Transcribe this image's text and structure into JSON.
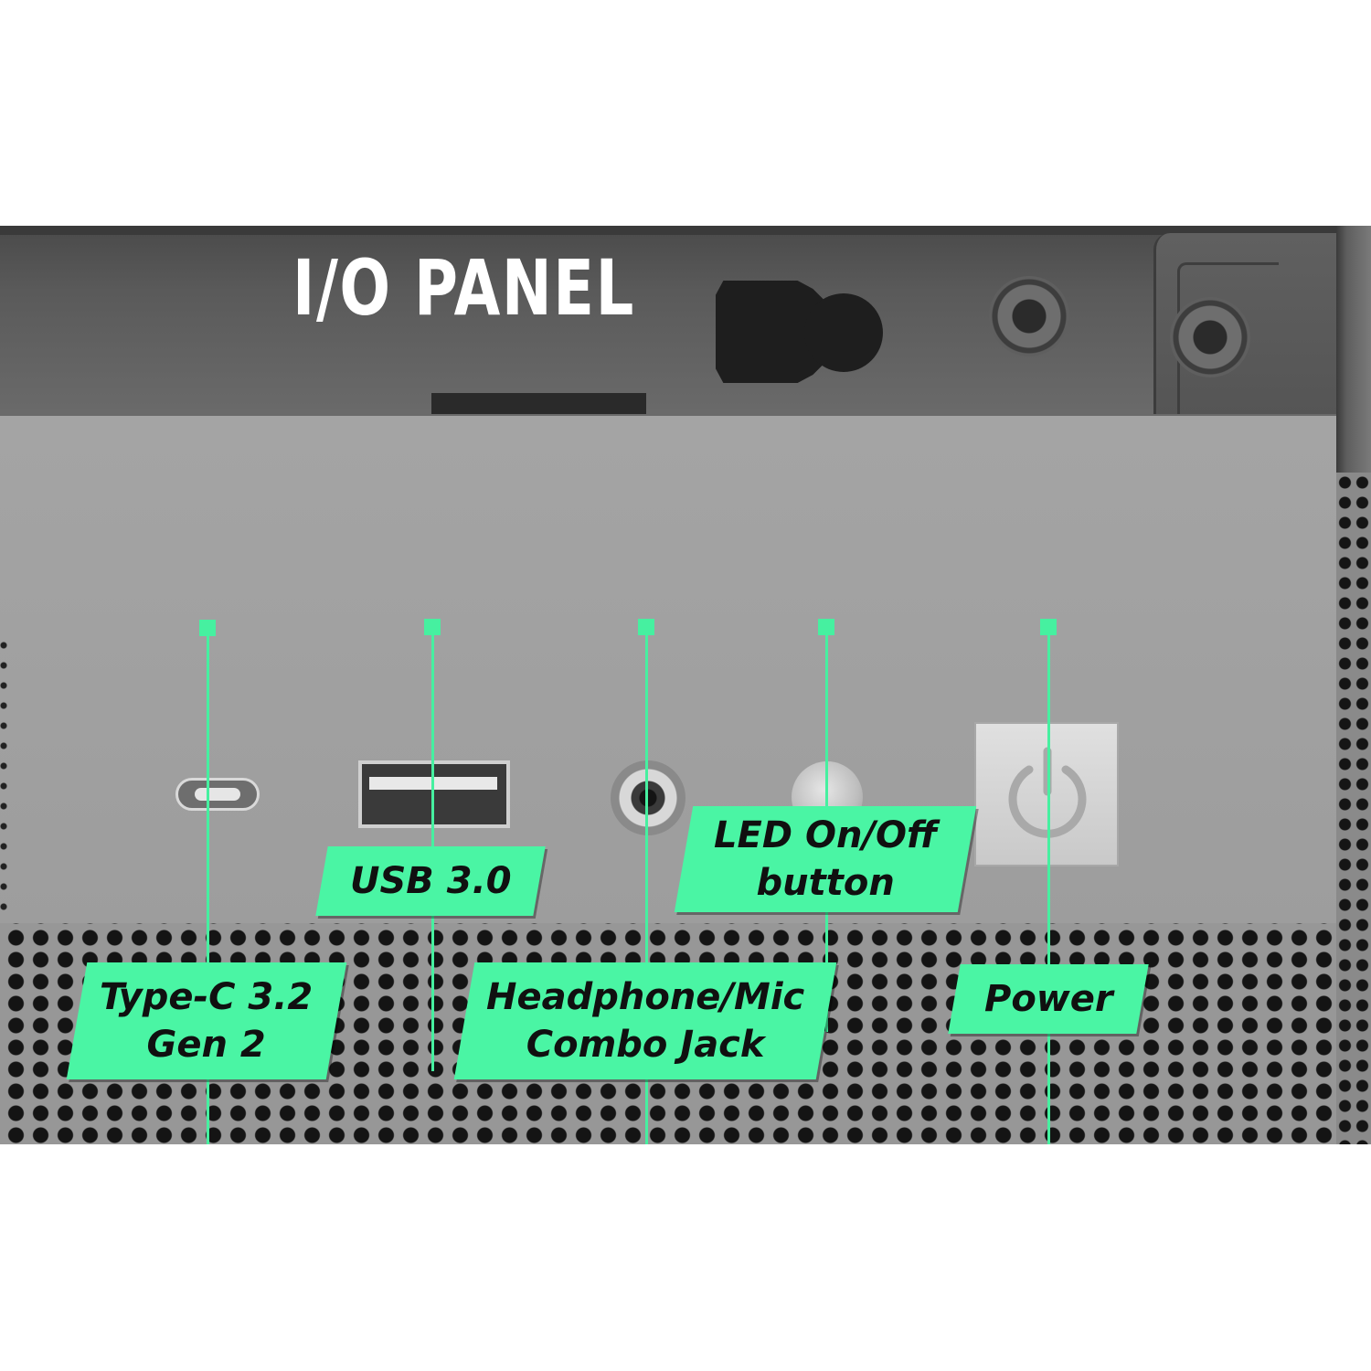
{
  "title": "I/O PANEL",
  "labels": {
    "type_c": "Type-C 3.2\nGen 2",
    "usb3": "USB 3.0",
    "headphone": "Headphone/Mic\nCombo Jack",
    "led": "LED On/Off\nbutton",
    "power": "Power"
  },
  "colors": {
    "accent": "#4af5a4",
    "title": "#ffffff"
  },
  "icons": {
    "power": "power-icon"
  }
}
